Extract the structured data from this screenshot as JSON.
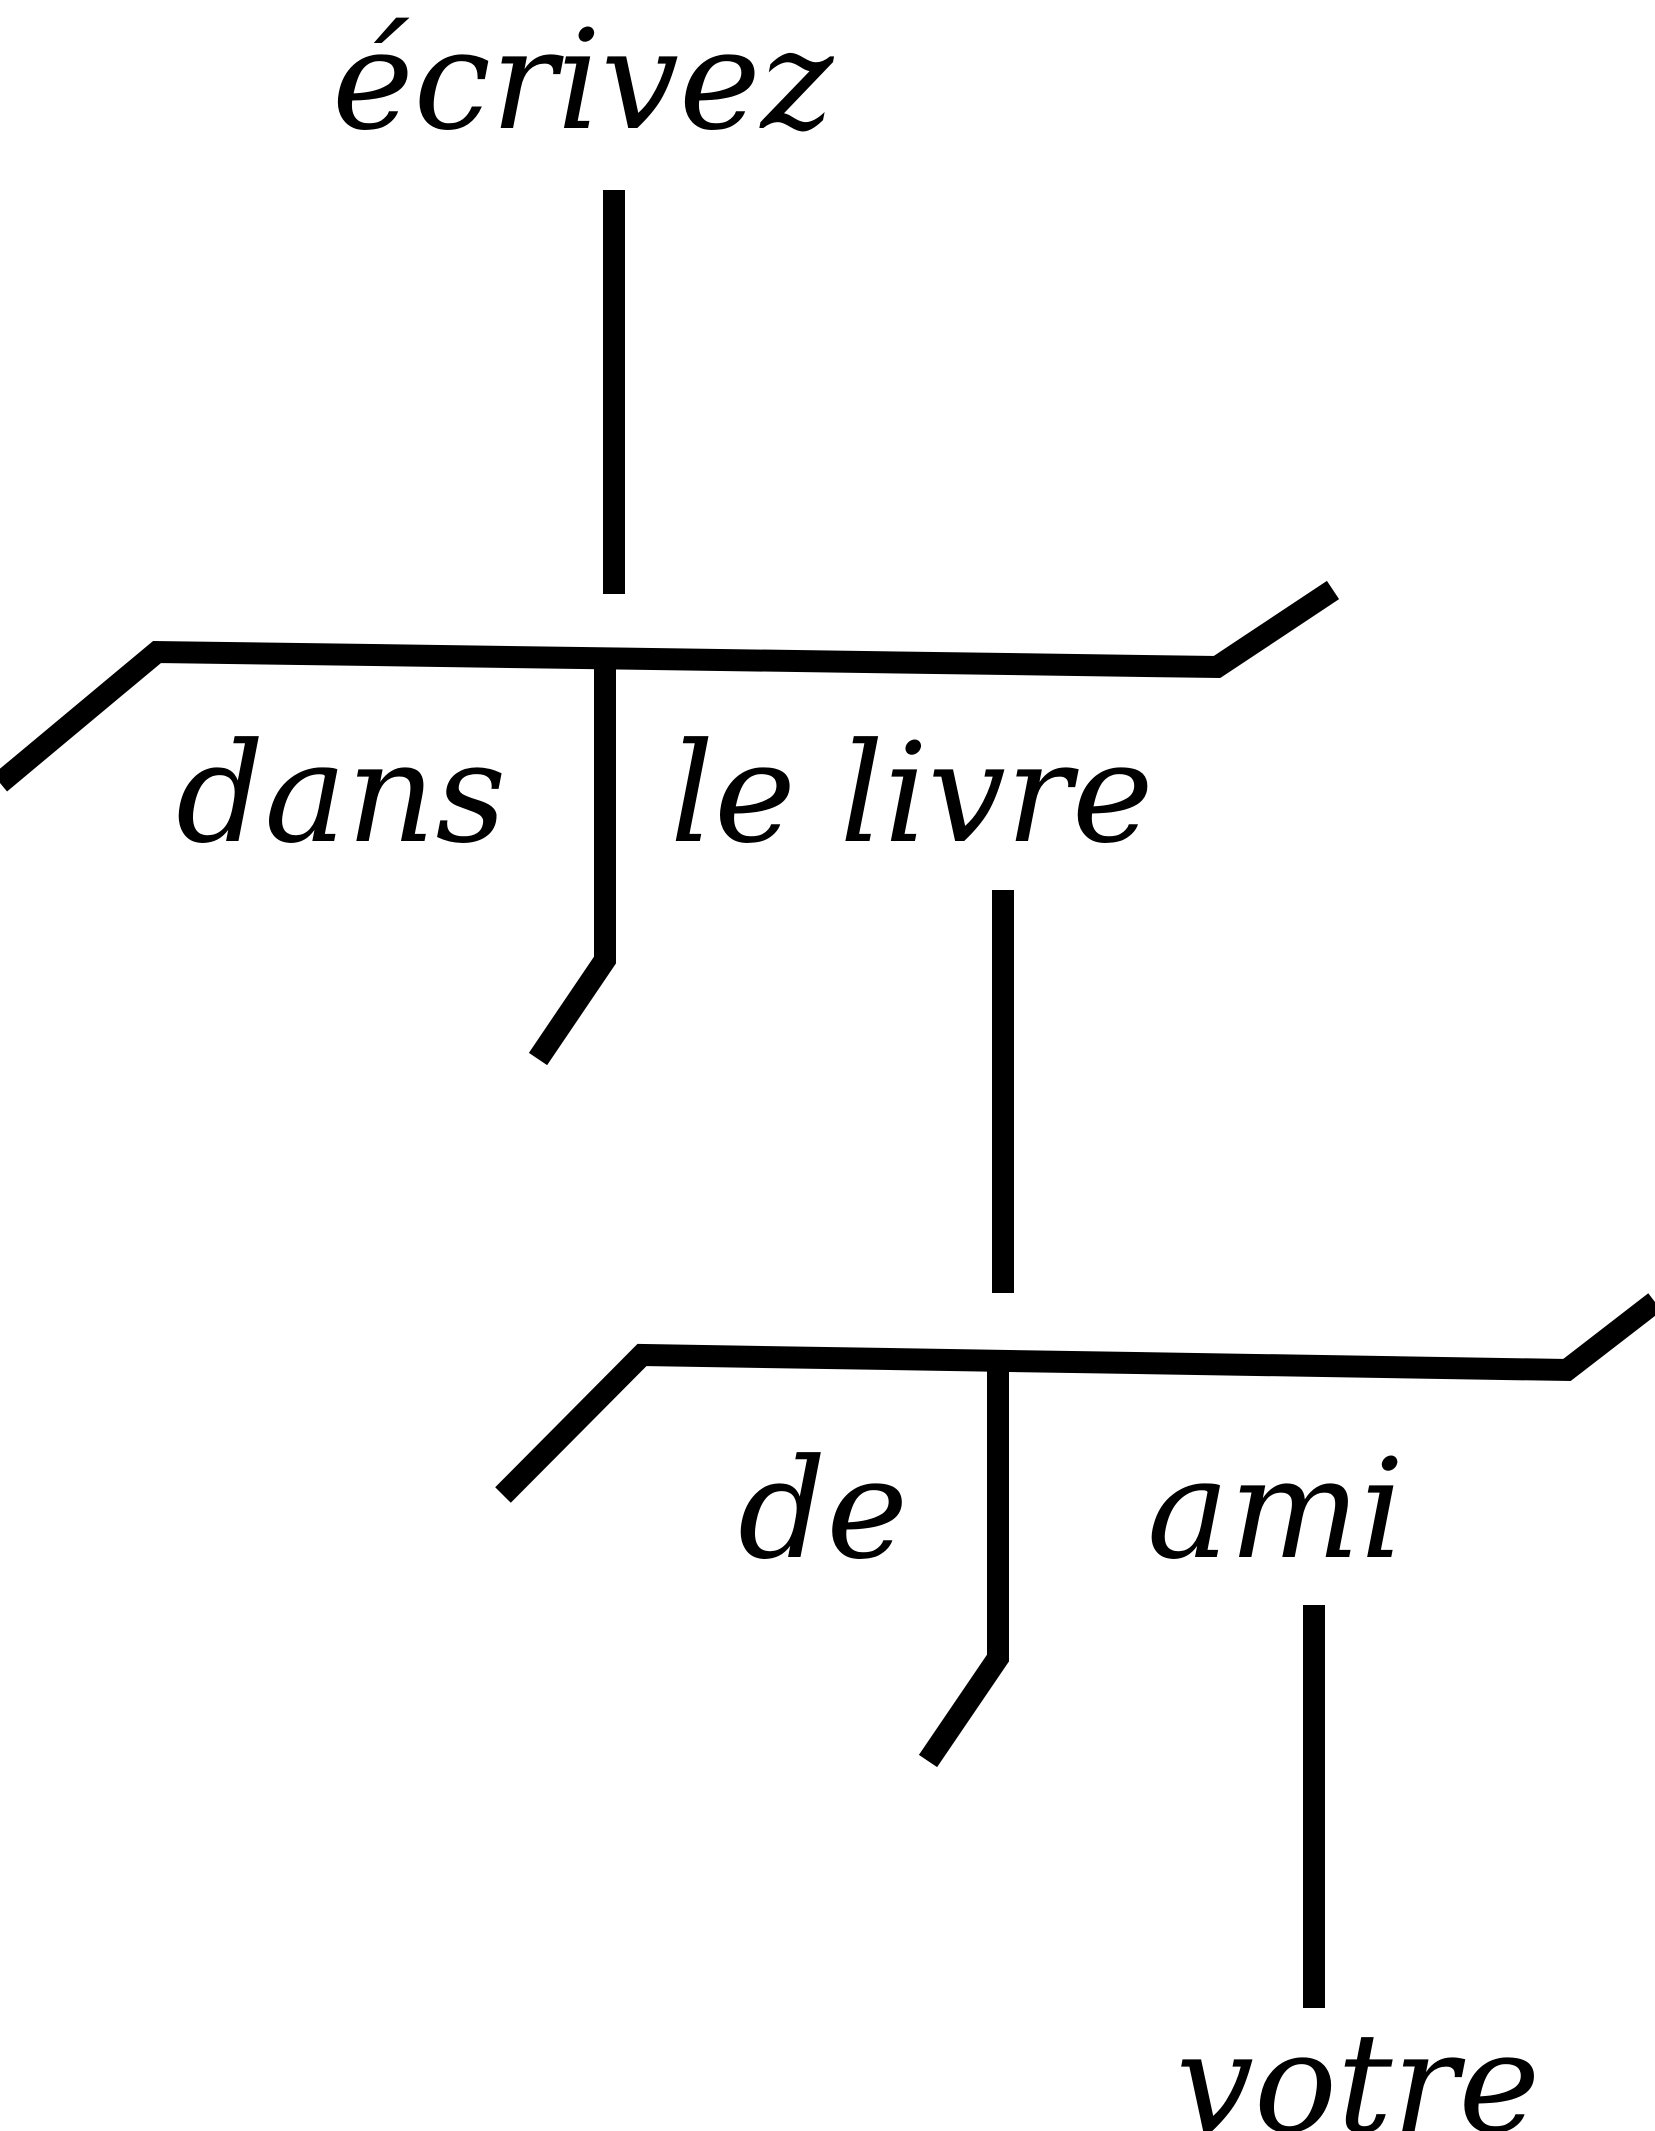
{
  "diagram": {
    "words": {
      "ecrivez": "écrivez",
      "dans": "dans",
      "le_livre": "le livre",
      "de": "de",
      "ami": "ami",
      "votre": "votre"
    },
    "colors": {
      "ink": "#000000",
      "background": "#ffffff"
    }
  }
}
